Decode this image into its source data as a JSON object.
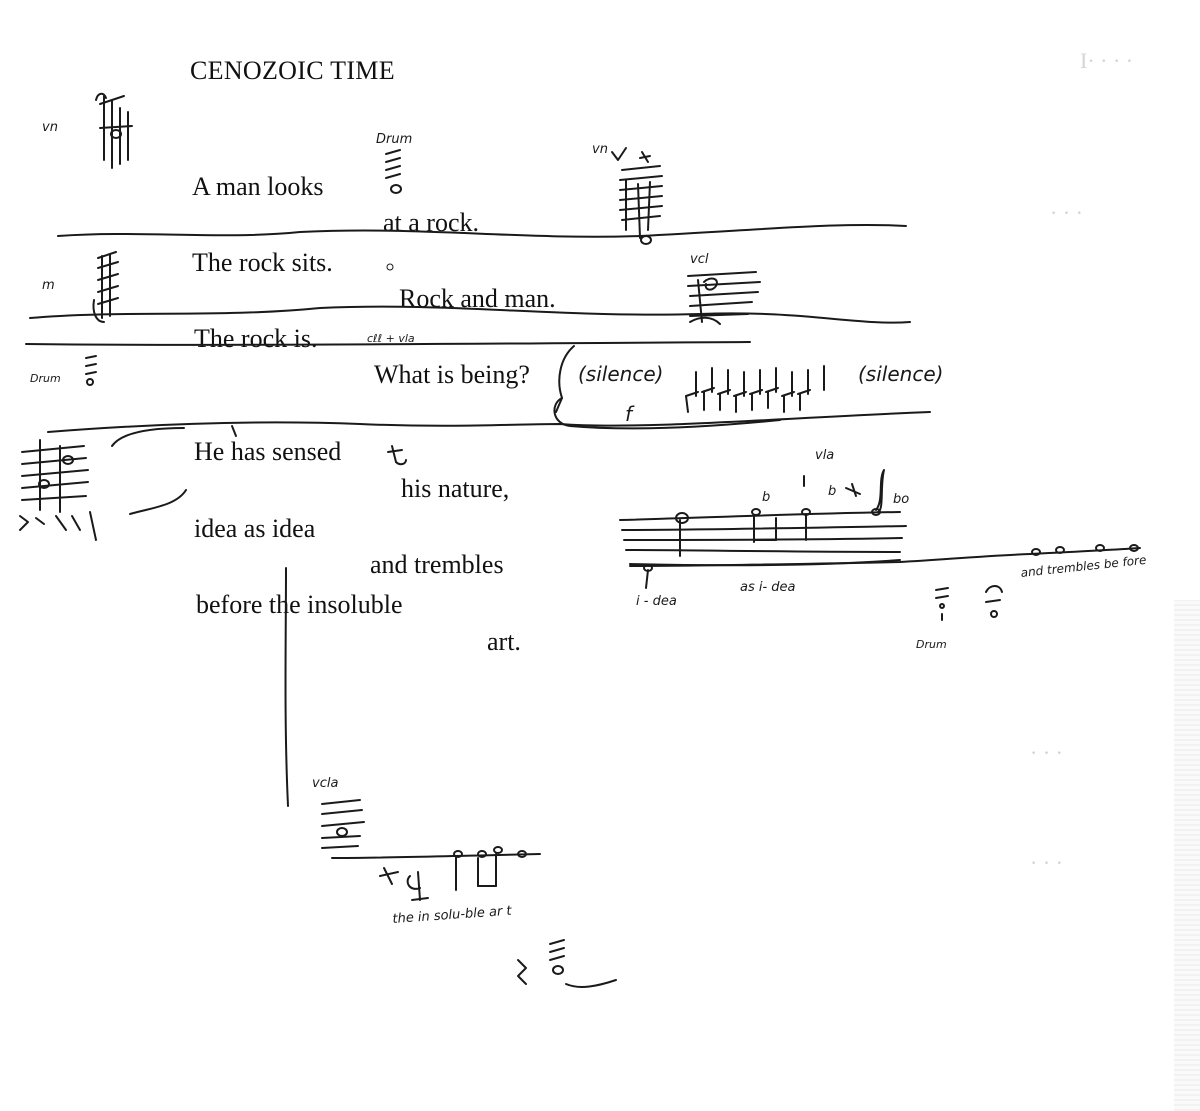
{
  "title": "CENOZOIC TIME",
  "poem": {
    "lines": [
      "A man looks",
      "at a rock.",
      "The rock sits.",
      "Rock and man.",
      "The rock is.",
      "What is being?",
      "He has sensed",
      "his nature,",
      "idea as idea",
      "and trembles",
      "before the insoluble",
      "art."
    ]
  },
  "annotations": {
    "vn_1": "vn",
    "drum_1": "Drum",
    "vn_2": "vn",
    "m": "m",
    "vcl": "vcl",
    "cell_vla": "cℓℓ + vla",
    "drum_2": "Drum",
    "silence_1": "(silence)",
    "silence_2": "(silence)",
    "f": "f",
    "vla": "vla",
    "b_1": "b",
    "b_2": "b",
    "bo": "bo",
    "i_dea": "i - dea",
    "as_idea": "as i- dea",
    "and_trembles": "and trembles be fore",
    "drum_3": "Drum",
    "vcla": "vcla",
    "the_insoluble_art": "the in solu-ble ar t"
  },
  "colors": {
    "ink": "#1a1a1a",
    "paper": "#ffffff",
    "bleed": "#d4d4d4"
  }
}
